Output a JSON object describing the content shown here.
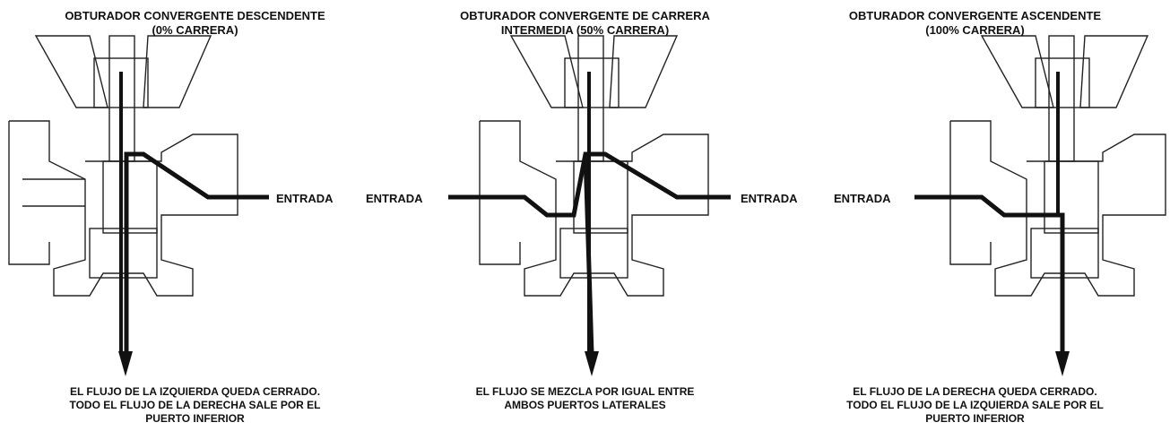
{
  "panels": [
    {
      "title": [
        "OBTURADOR CONVERGENTE DESCENDENTE",
        "(0% CARRERA)"
      ],
      "inlet_labels": [
        "ENTRADA"
      ],
      "caption": [
        "EL FLUJO DE LA IZQUIERDA QUEDA CERRADO.",
        "TODO EL FLUJO DE LA DERECHA SALE POR EL",
        "PUERTO INFERIOR"
      ]
    },
    {
      "title": [
        "OBTURADOR CONVERGENTE DE CARRERA",
        "INTERMEDIA (50% CARRERA)"
      ],
      "inlet_labels": [
        "ENTRADA",
        "ENTRADA"
      ],
      "caption": [
        "EL FLUJO SE MEZCLA POR IGUAL ENTRE",
        "AMBOS PUERTOS LATERALES"
      ]
    },
    {
      "title": [
        "OBTURADOR CONVERGENTE ASCENDENTE",
        "(100% CARRERA)"
      ],
      "inlet_labels": [
        "ENTRADA"
      ],
      "caption": [
        "EL FLUJO DE LA DERECHA QUEDA CERRADO.",
        "TODO EL FLUJO DE LA IZQUIERDA SALE POR EL",
        "PUERTO INFERIOR"
      ]
    }
  ]
}
